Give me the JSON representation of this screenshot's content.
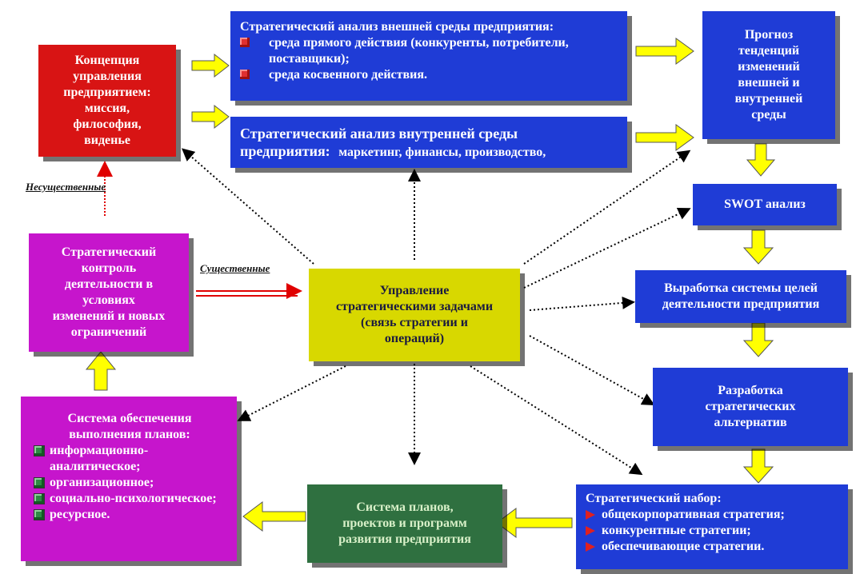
{
  "concept": {
    "lines": [
      "Концепция",
      "управления",
      "предприятием:",
      "миссия,",
      "философия,",
      "виденье"
    ]
  },
  "external": {
    "title": "Стратегический анализ внешней среды предприятия:",
    "items": [
      "среда прямого действия (конкуренты, потребители, поставщики);",
      "среда косвенного действия."
    ]
  },
  "internal": {
    "title": "Стратегический  анализ внутренней среды",
    "line2_prefix": "предприятия:",
    "line2_rest": "маркетинг, финансы, производство,"
  },
  "forecast": {
    "lines": [
      "Прогноз",
      "тенденций",
      "изменений",
      "внешней и",
      "внутренней",
      "среды"
    ]
  },
  "swot": {
    "label": "SWOT анализ"
  },
  "goals": {
    "lines": [
      "Выработка системы целей",
      "деятельности предприятия"
    ]
  },
  "alternatives": {
    "lines": [
      "Разработка",
      "стратегических",
      "альтернатив"
    ]
  },
  "strategic_set": {
    "title": "Стратегический набор:",
    "items": [
      "общекорпоративная стратегия;",
      "конкурентные стратегии;",
      "обеспечивающие стратегии."
    ]
  },
  "plans": {
    "lines": [
      "Система планов,",
      "проектов и программ",
      "развития предприятия"
    ]
  },
  "support": {
    "lines": [
      "Система обеспечения",
      "выполнения планов:"
    ],
    "items": [
      "информационно-аналитическое;",
      "организационное;",
      "социально-психологическое;",
      "ресурсное."
    ]
  },
  "control": {
    "lines": [
      "Стратегический",
      "контроль",
      "деятельности в",
      "условиях",
      "изменений и новых",
      "ограничений"
    ]
  },
  "management": {
    "lines": [
      "Управление",
      "стратегическими задачами",
      "(связь стратегии и",
      "операций)"
    ]
  },
  "labels": {
    "insignificant": "Несущественные",
    "significant": "Существенные"
  },
  "colors": {
    "red_box": "#d81414",
    "blue_box": "#1f3cd6",
    "magenta_box": "#c615cc",
    "yellow_box": "#d8d800",
    "green_box": "#2f7040",
    "arrow_yellow": "#ffff00"
  }
}
